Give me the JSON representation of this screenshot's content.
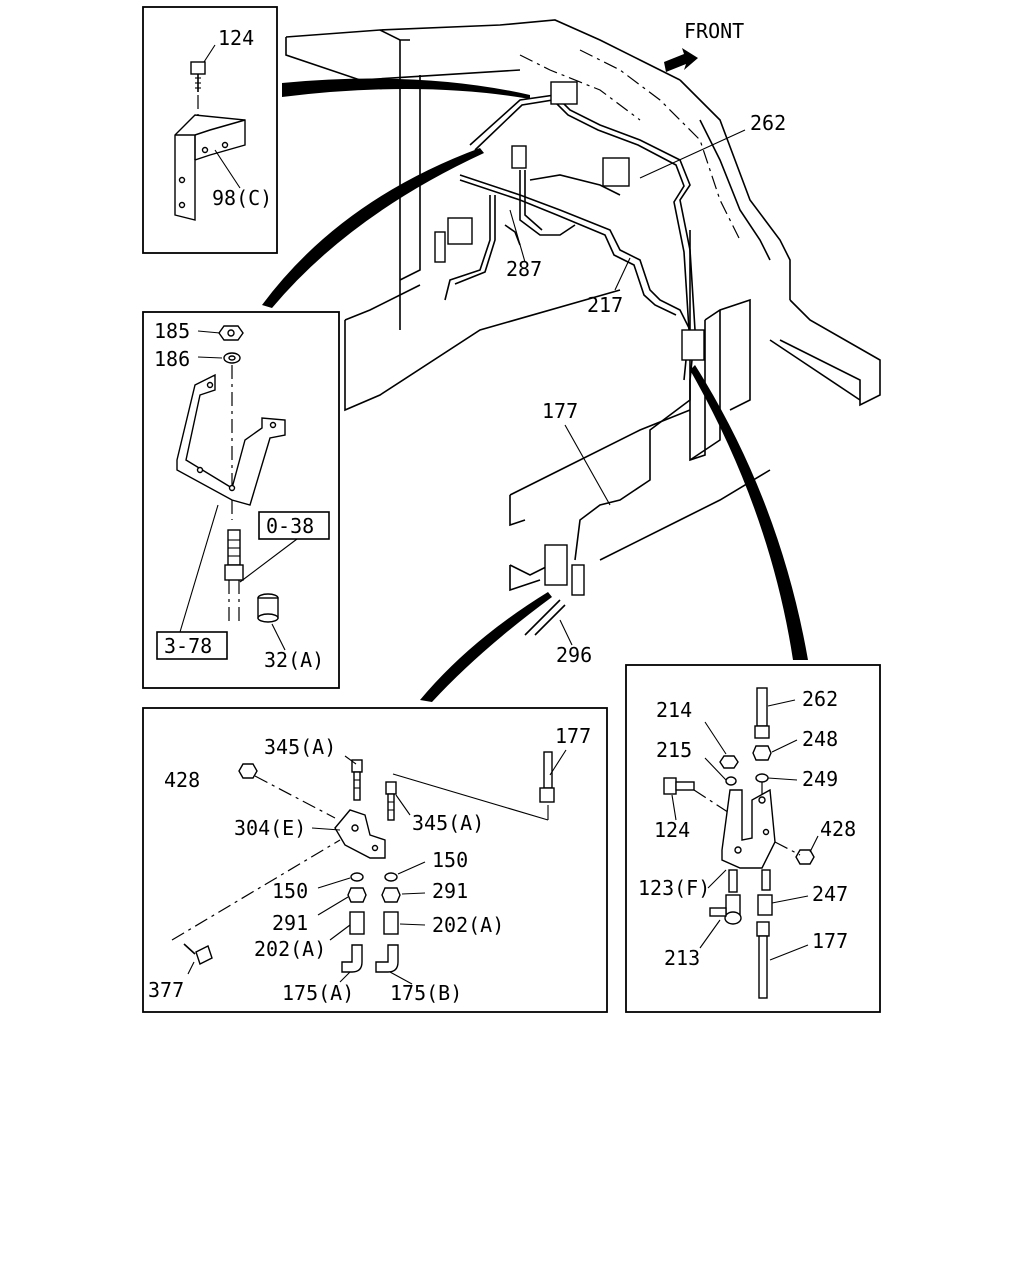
{
  "direction": {
    "label": "FRONT"
  },
  "main_view": {
    "callouts": [
      "262",
      "287",
      "217",
      "177",
      "296"
    ]
  },
  "inset_top_left": {
    "callouts": [
      "124",
      "98(C)"
    ]
  },
  "inset_mid_left": {
    "callouts": [
      "185",
      "186",
      "0-38",
      "3-78",
      "32(A)"
    ]
  },
  "inset_bottom_left": {
    "callouts": [
      "345(A)",
      "428",
      "304(E)",
      "345(A)",
      "177",
      "150",
      "150",
      "291",
      "291",
      "202(A)",
      "202(A)",
      "377",
      "175(A)",
      "175(B)"
    ]
  },
  "inset_bottom_right": {
    "callouts": [
      "214",
      "262",
      "215",
      "248",
      "249",
      "124",
      "428",
      "123(F)",
      "247",
      "213",
      "177"
    ]
  }
}
